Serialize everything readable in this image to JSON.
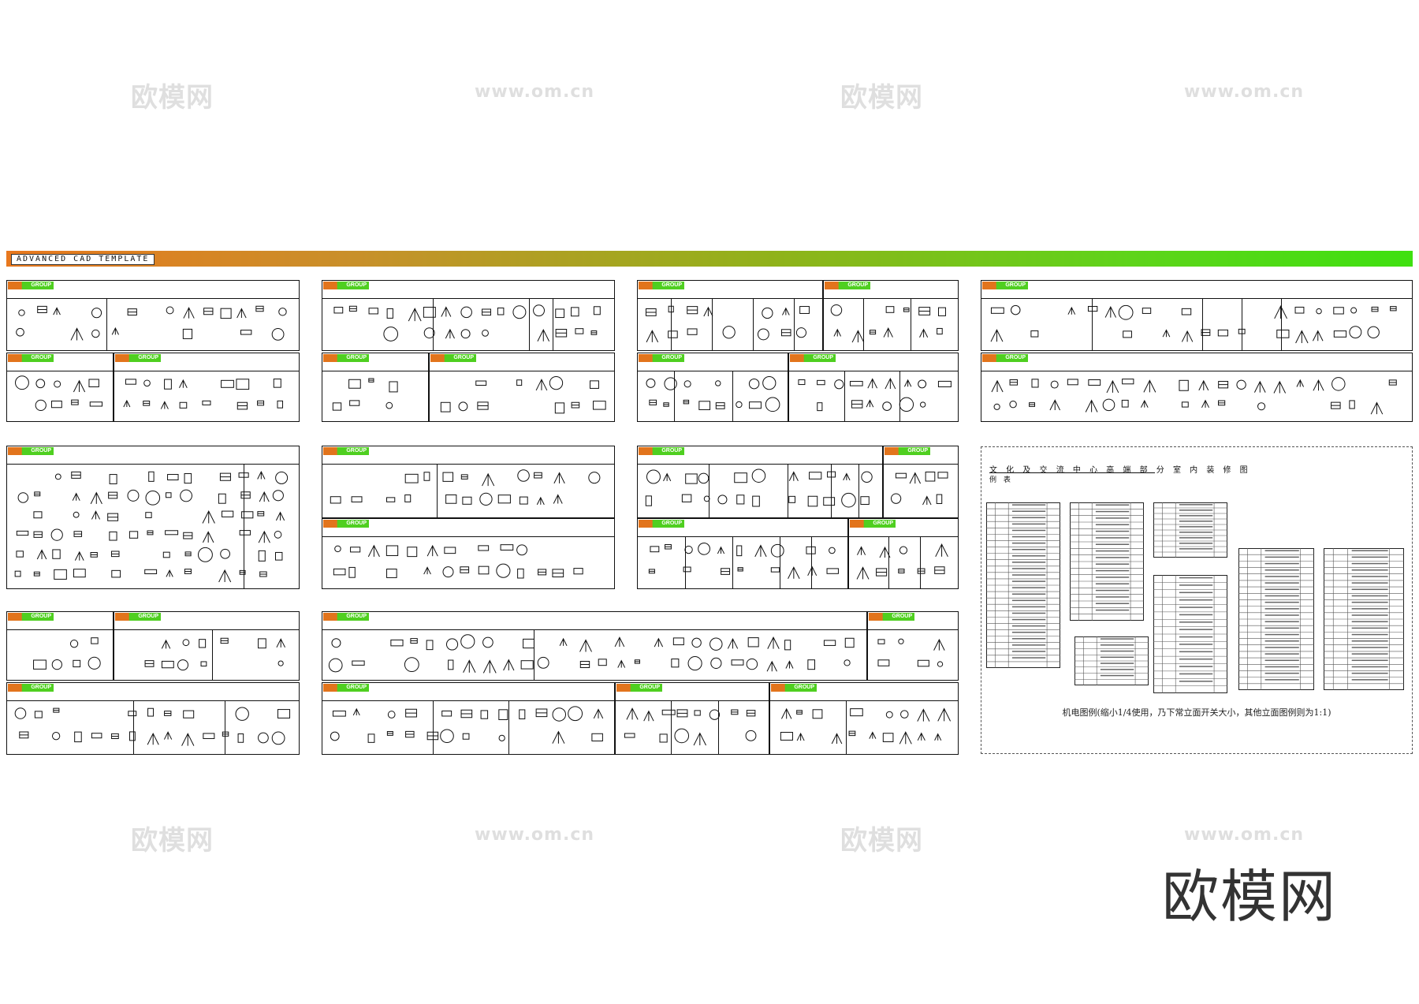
{
  "banner": {
    "title": "ADVANCED  CAD  TEMPLATE",
    "gradient_start": "#e8781e",
    "gradient_end": "#3fe010"
  },
  "tab_label": "GROUP",
  "watermarks": {
    "cn_text": "欧模网",
    "url_text": "www.om.cn"
  },
  "legend": {
    "title": "文 化 及 交 流 中 心 高 端 部 分 室 内 装 修 图",
    "subtitle": "例 表",
    "caption": "机电图例(缩小1/4使用，乃下常立面开关大小，其他立面图例则为1:1)"
  },
  "logo_text": "欧模网",
  "colors": {
    "line": "#111111",
    "tab_orange": "#e2741c",
    "tab_green": "#4fcf20",
    "watermark": "#dfdfdf"
  }
}
